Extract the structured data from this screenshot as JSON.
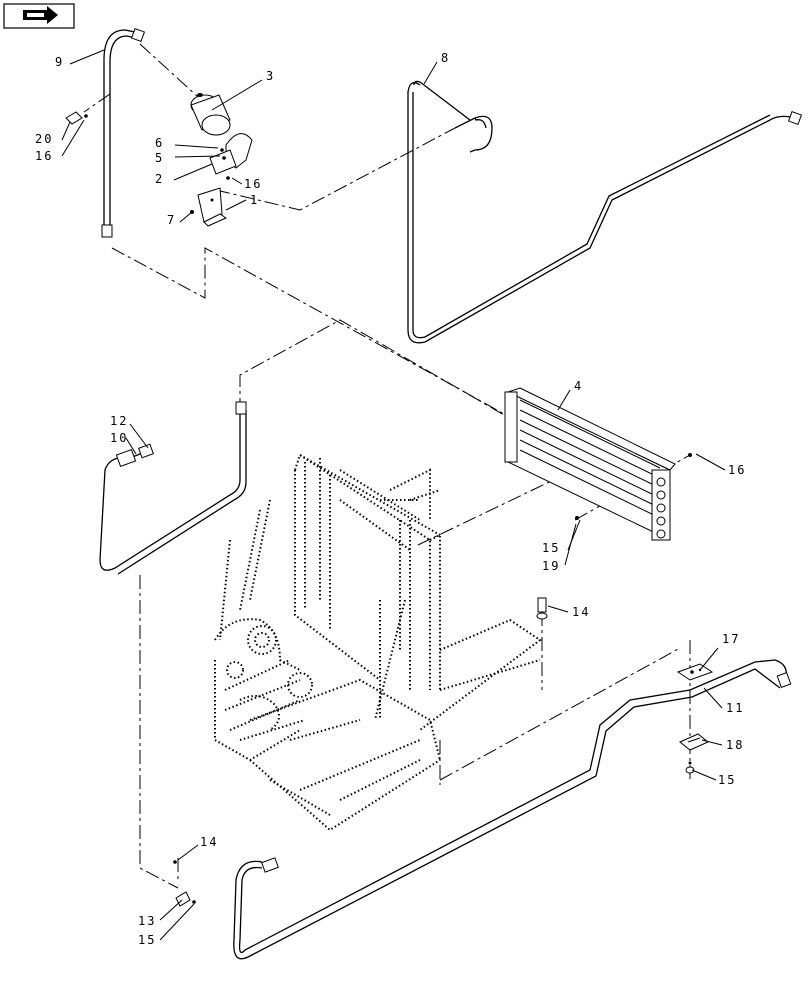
{
  "nav_icon": "book-arrow-icon",
  "callouts": {
    "c1": "1",
    "c2": "2",
    "c3": "3",
    "c4": "4",
    "c5": "5",
    "c6": "6",
    "c7": "7",
    "c8": "8",
    "c9": "9",
    "c10": "10",
    "c11": "11",
    "c12": "12",
    "c13": "13",
    "c14a": "14",
    "c14b": "14",
    "c15a": "15",
    "c15b": "15",
    "c15c": "15",
    "c16a": "16",
    "c16b": "16",
    "c16c": "16",
    "c17": "17",
    "c18": "18",
    "c19": "19",
    "c20": "20"
  }
}
